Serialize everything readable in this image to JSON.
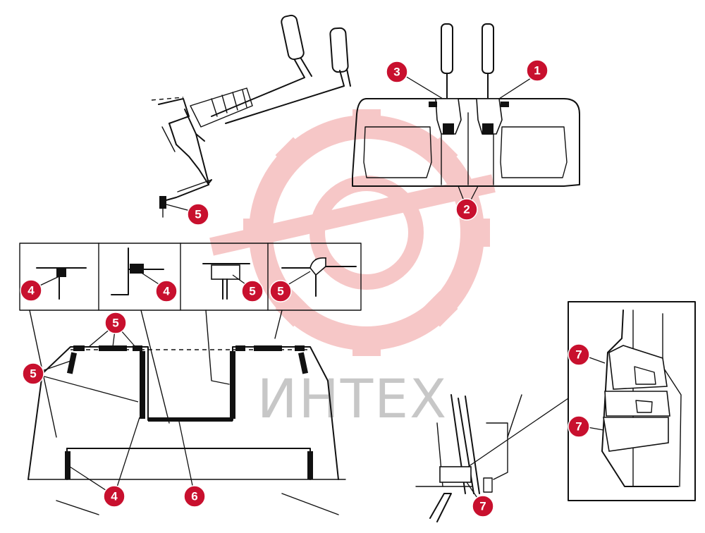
{
  "watermark": {
    "text": "ИНТЕХ",
    "color": "#e23a3a"
  },
  "callout_color": "#c8102e",
  "callouts": {
    "c1": "1",
    "c2": "2",
    "c3": "3",
    "c5_pedal": "5",
    "p1": "4",
    "p2": "4",
    "p3": "5",
    "p4": "5",
    "m5_top": "5",
    "m5_left": "5",
    "m4_bottom": "4",
    "m6": "6",
    "r7_top": "7",
    "r7_bottom": "7",
    "s7": "7"
  }
}
